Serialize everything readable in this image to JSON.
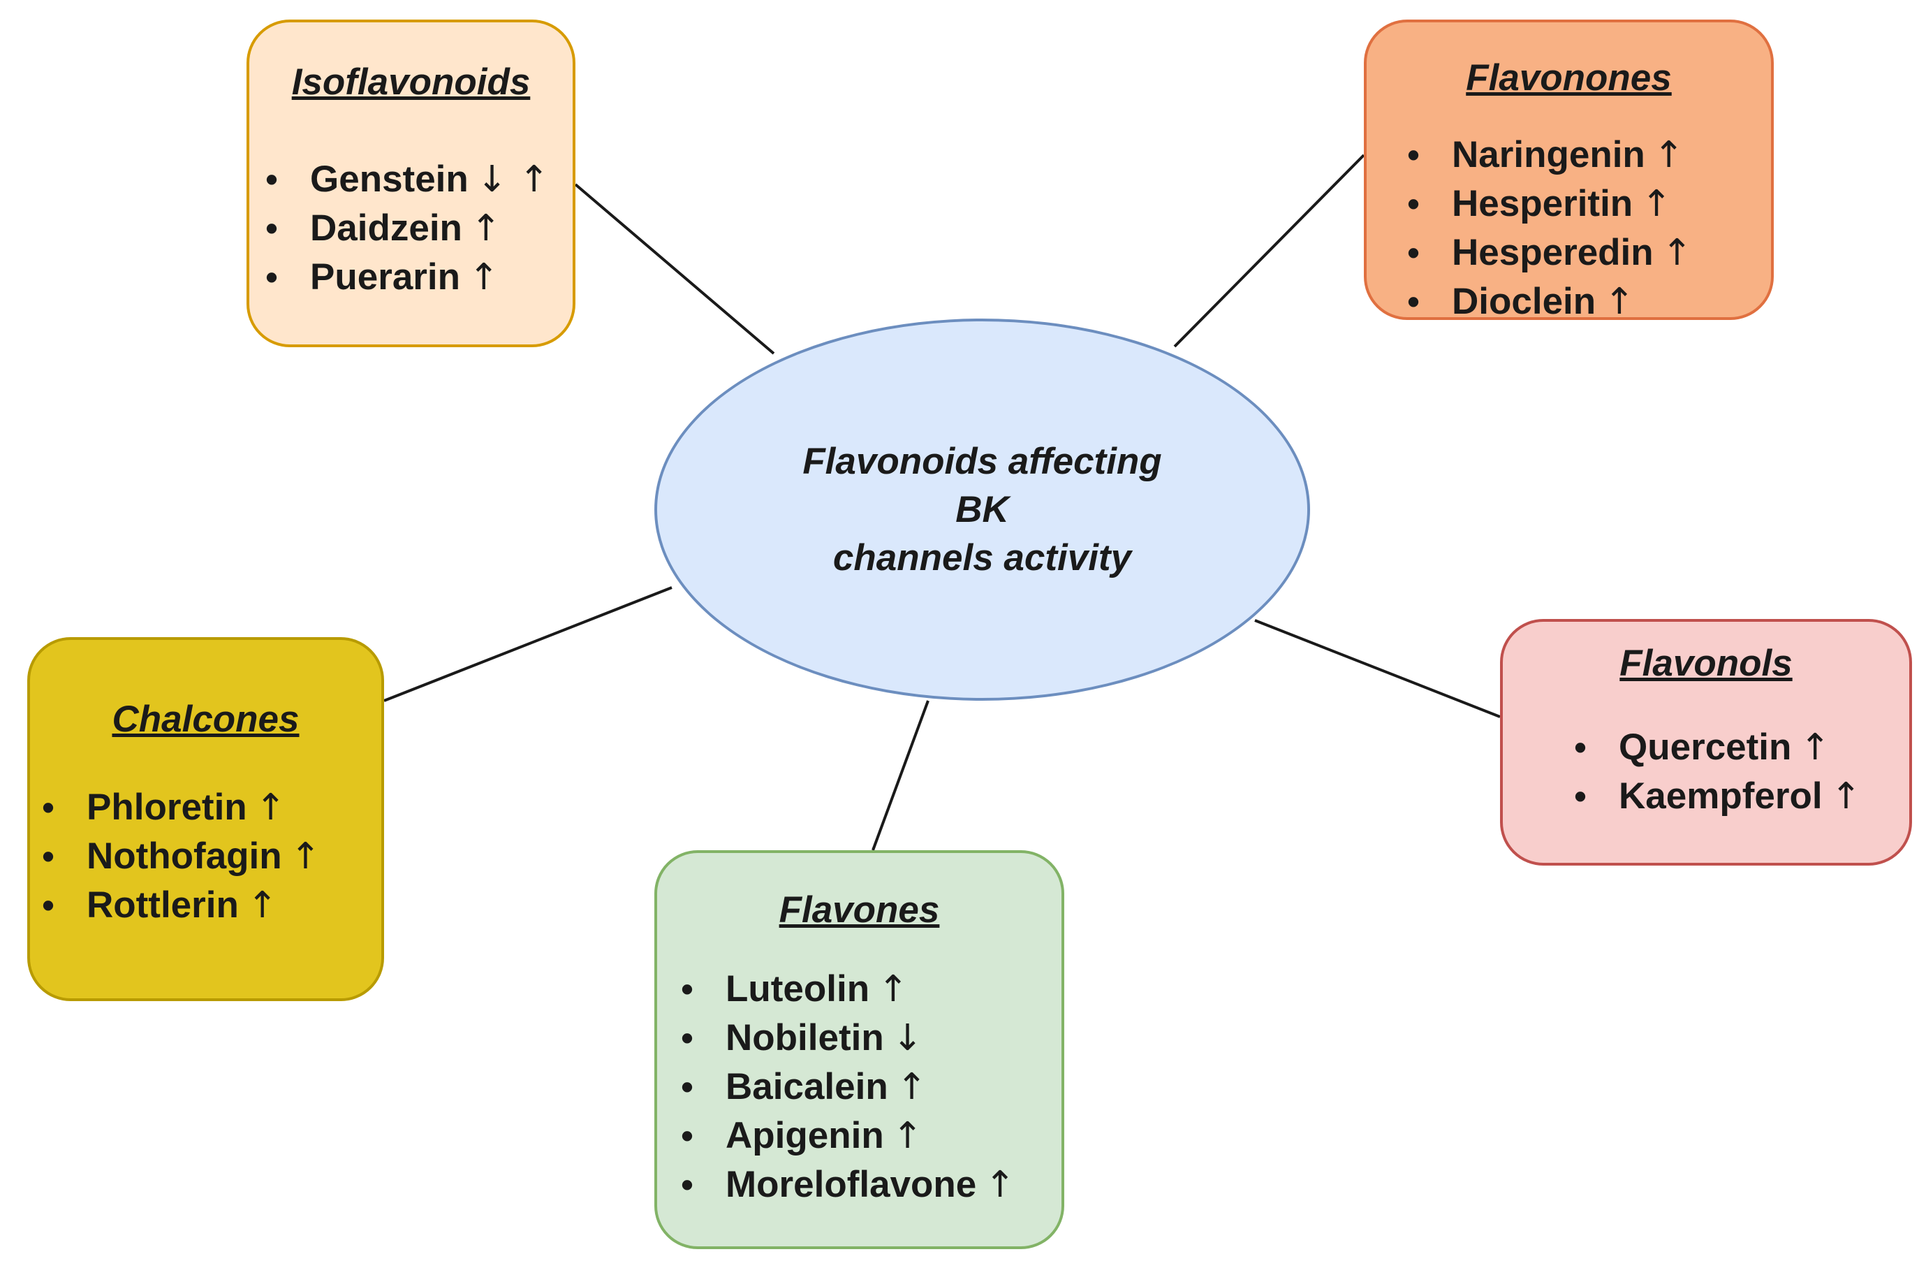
{
  "center": {
    "lines": [
      "Flavonoids affecting",
      "BK",
      "channels activity"
    ]
  },
  "groups": {
    "isoflavonoids": {
      "title": "Isoflavonoids",
      "items": [
        {
          "name": "Genstein",
          "effect": "↓ ↑"
        },
        {
          "name": "Daidzein",
          "effect": "↑"
        },
        {
          "name": "Puerarin",
          "effect": "↑"
        }
      ]
    },
    "flavonones": {
      "title": "Flavonones",
      "items": [
        {
          "name": "Naringenin",
          "effect": "↑"
        },
        {
          "name": "Hesperitin",
          "effect": "↑"
        },
        {
          "name": "Hesperedin",
          "effect": "↑"
        },
        {
          "name": "Dioclein",
          "effect": "↑"
        }
      ]
    },
    "chalcones": {
      "title": "Chalcones",
      "items": [
        {
          "name": "Phloretin",
          "effect": "↑"
        },
        {
          "name": "Nothofagin",
          "effect": "↑"
        },
        {
          "name": "Rottlerin",
          "effect": "↑"
        }
      ]
    },
    "flavones": {
      "title": "Flavones",
      "items": [
        {
          "name": "Luteolin",
          "effect": "↑"
        },
        {
          "name": "Nobiletin",
          "effect": "↓"
        },
        {
          "name": "Baicalein",
          "effect": "↑"
        },
        {
          "name": "Apigenin",
          "effect": "↑"
        },
        {
          "name": "Moreloflavone",
          "effect": "↑"
        }
      ]
    },
    "flavonols": {
      "title": "Flavonols",
      "items": [
        {
          "name": "Quercetin",
          "effect": "↑"
        },
        {
          "name": "Kaempferol",
          "effect": "↑"
        }
      ]
    }
  },
  "colors": {
    "center_fill": "#dae8fc",
    "center_stroke": "#6c8ebf",
    "isoflavonoids_fill": "#ffe6cc",
    "flavonones_fill": "#f8b184",
    "chalcones_fill": "#e2c51e",
    "flavones_fill": "#d5e8d4",
    "flavonols_fill": "#f8cecc",
    "connector": "#1a1a1a"
  }
}
